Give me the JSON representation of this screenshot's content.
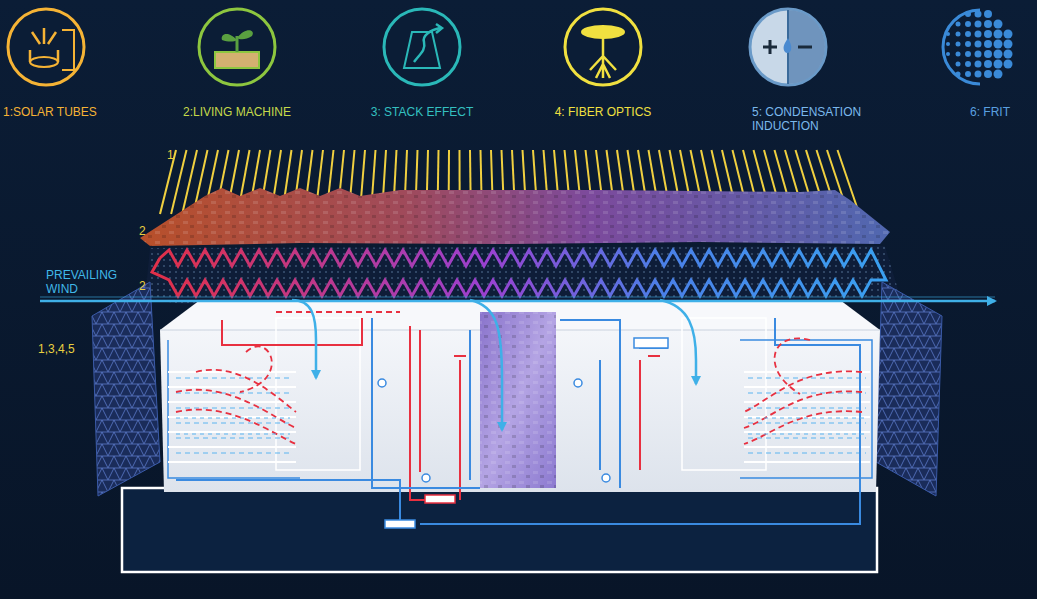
{
  "diagram": {
    "labels": [
      "1:SOLAR TUBES",
      "2:LIVING MACHINE",
      "3: STACK EFFECT",
      "4: FIBER OPTICS",
      "5: CONDENSATION INDUCTION",
      "6: FRIT",
      "1",
      "2",
      "PREVAILING WIND",
      "2",
      "1,3,4,5"
    ]
  }
}
